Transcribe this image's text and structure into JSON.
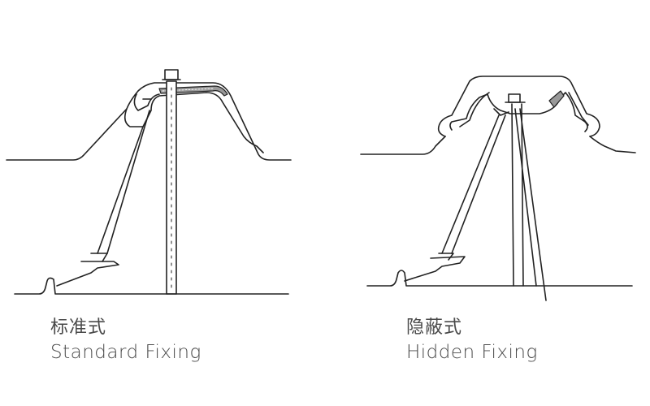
{
  "standard": {
    "label_cn": "标准式",
    "label_en": "Standard Fixing"
  },
  "hidden": {
    "label_cn": "隐蔽式",
    "label_en": "Hidden Fixing"
  },
  "colors": {
    "line": "#222222",
    "text": "#4a4a4a",
    "background": "#ffffff"
  }
}
